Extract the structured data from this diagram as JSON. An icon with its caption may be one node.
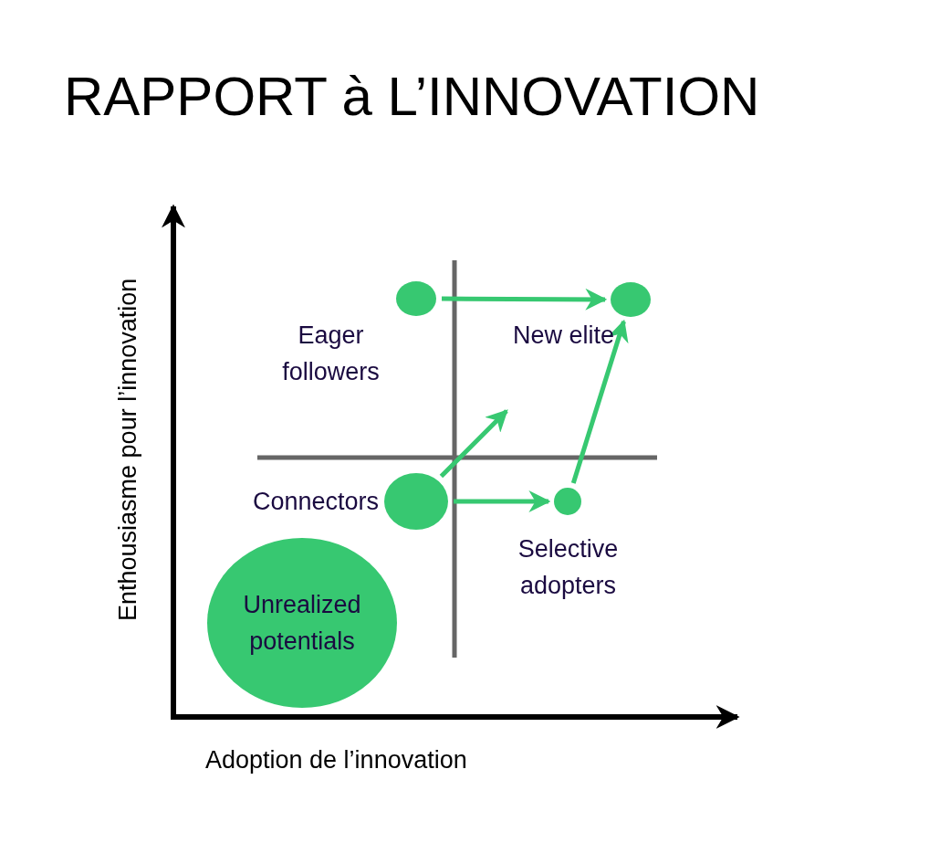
{
  "diagram": {
    "title": "RAPPORT à L’INNOVATION",
    "nodes": [
      {
        "text": [],
        "shape": "circle"
      },
      {
        "text": [],
        "shape": "circle"
      },
      {
        "text": [],
        "shape": "circle",
        "beside": [
          "Connectors"
        ]
      },
      {
        "text": [],
        "shape": "circle"
      },
      {
        "text": [
          "Unrealized potentials"
        ]
      }
    ],
    "edges": [
      {
        "from": 0,
        "to": 1,
        "arrow": "to"
      },
      {
        "from": 2,
        "to": null,
        "arrow": "to"
      },
      {
        "from": 3,
        "to": 1,
        "arrow": "to"
      },
      {
        "from": 2,
        "to": 3,
        "arrow": "to"
      }
    ],
    "labels": [
      "Eager followers",
      "New elite",
      "Selective adopters",
      "Enthousiasme pour l’innovation",
      "Adoption de l’innovation"
    ]
  }
}
